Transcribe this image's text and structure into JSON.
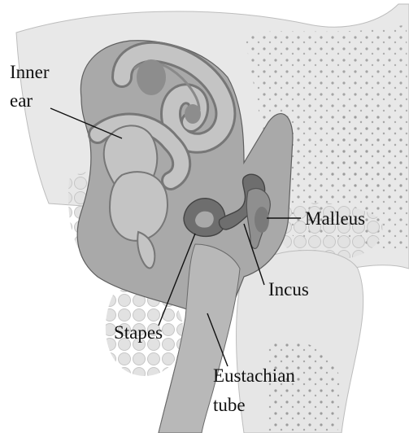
{
  "labels": {
    "inner_ear_line1": "Inner",
    "inner_ear_line2": "ear",
    "malleus": "Malleus",
    "incus": "Incus",
    "stapes": "Stapes",
    "eustachian_line1": "Eustachian",
    "eustachian_line2": "tube"
  },
  "colors": {
    "bone_light": "#e6e6e6",
    "bone_mid": "#cfcfcf",
    "cavity": "#a9a9a9",
    "cavity_dark": "#8f8f8f",
    "labyrinth": "#c4c4c4",
    "ossicle": "#6e6e6e",
    "ossicle_light": "#9a9a9a",
    "outline": "#555555"
  }
}
